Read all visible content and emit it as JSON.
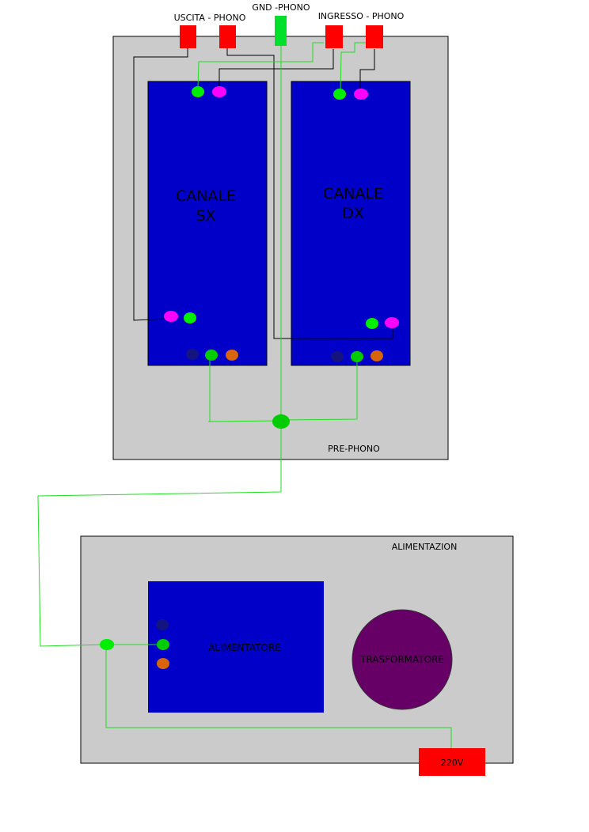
{
  "labels": {
    "uscita": "USCITA - PHONO",
    "gnd": "GND -PHONO",
    "ingresso": "INGRESSO - PHONO",
    "canale_sx": [
      "CANALE",
      "SX"
    ],
    "canale_dx": [
      "CANALE",
      "DX"
    ],
    "pre_phono": "PRE-PHONO",
    "alimentazion": "ALIMENTAZION",
    "alimentatore": "ALIMENTATORE",
    "trasformatore": "TRASFORMATORE",
    "v220": "220V"
  },
  "colors": {
    "panel": "#cbcbcb",
    "board": "#0000c8",
    "jack_red": "#ff0000",
    "gnd_green": "#00e02a",
    "wire_green": "#22dd22",
    "pin_green": "#00ee00",
    "pin_green_dark": "#00cc00",
    "pin_magenta": "#ff00ff",
    "pin_navy": "#141480",
    "pin_orange": "#d8640c",
    "transformer": "#660066"
  }
}
